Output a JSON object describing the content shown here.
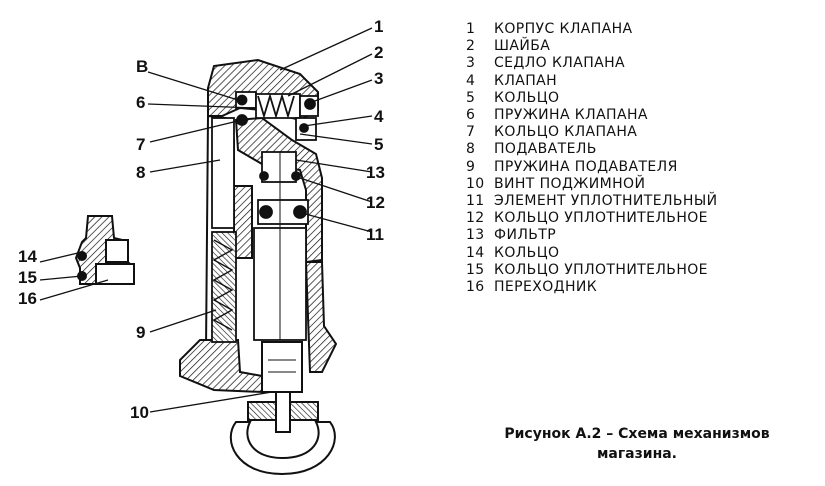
{
  "diagram": {
    "callouts": [
      "1",
      "2",
      "3",
      "В",
      "6",
      "4",
      "7",
      "5",
      "8",
      "13",
      "12",
      "11",
      "14",
      "15",
      "16",
      "9",
      "10"
    ]
  },
  "legend": {
    "items": [
      {
        "num": "1",
        "label": "КОРПУС КЛАПАНА"
      },
      {
        "num": "2",
        "label": "ШАЙБА"
      },
      {
        "num": "3",
        "label": "СЕДЛО КЛАПАНА"
      },
      {
        "num": "4",
        "label": "КЛАПАН"
      },
      {
        "num": "5",
        "label": "КОЛЬЦО"
      },
      {
        "num": "6",
        "label": "ПРУЖИНА КЛАПАНА"
      },
      {
        "num": "7",
        "label": "КОЛЬЦО КЛАПАНА"
      },
      {
        "num": "8",
        "label": "ПОДАВАТЕЛЬ"
      },
      {
        "num": "9",
        "label": "ПРУЖИНА ПОДАВАТЕЛЯ"
      },
      {
        "num": "10",
        "label": "ВИНТ ПОДЖИМНОЙ"
      },
      {
        "num": "11",
        "label": "ЭЛЕМЕНТ УПЛОТНИТЕЛЬНЫЙ"
      },
      {
        "num": "12",
        "label": "КОЛЬЦО УПЛОТНИТЕЛЬНОЕ"
      },
      {
        "num": "13",
        "label": "ФИЛЬТР"
      },
      {
        "num": "14",
        "label": "КОЛЬЦО"
      },
      {
        "num": "15",
        "label": "КОЛЬЦО УПЛОТНИТЕЛЬНОЕ"
      },
      {
        "num": "16",
        "label": "ПЕРЕХОДНИК"
      }
    ]
  },
  "caption": {
    "line1": "Рисунок А.2 – Схема механизмов",
    "line2": "магазина."
  }
}
